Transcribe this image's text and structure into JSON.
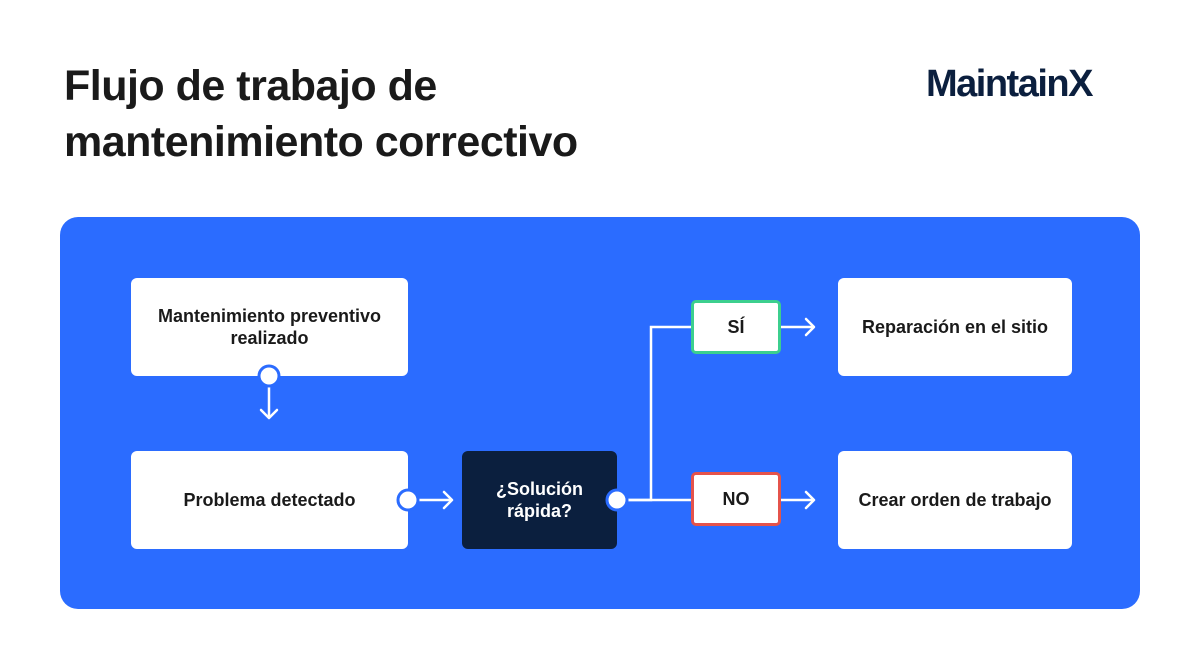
{
  "header": {
    "title_line1": "Flujo de trabajo de",
    "title_line2": "mantenimiento correctivo",
    "logo_text": "MaintainX"
  },
  "diagram": {
    "nodes": {
      "preventive": "Mantenimiento preventivo realizado",
      "detected": "Problema detectado",
      "quick_fix": "¿Solución rápida?",
      "onsite": "Reparación en el sitio",
      "work_order": "Crear orden de trabajo"
    },
    "branches": {
      "yes": "SÍ",
      "no": "NO"
    }
  },
  "colors": {
    "panel": "#2b6cff",
    "decision": "#0b1f3e",
    "yes_border": "#3ccf8e",
    "no_border": "#e5534b",
    "logo": "#0b1f3e"
  }
}
